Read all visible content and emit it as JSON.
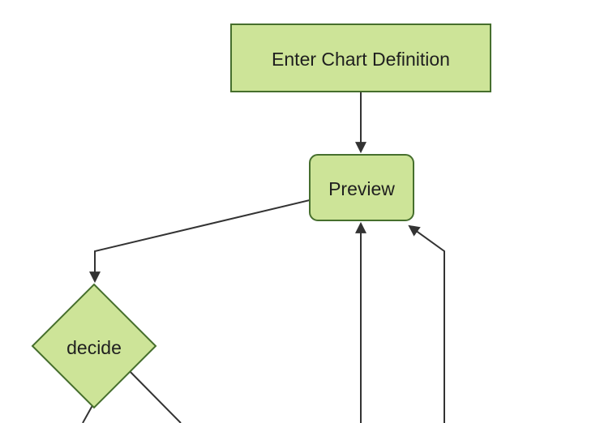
{
  "diagram": {
    "kind": "flowchart",
    "nodes": [
      {
        "id": "enter-chart-definition",
        "label": "Enter Chart Definition",
        "shape": "rectangle"
      },
      {
        "id": "preview",
        "label": "Preview",
        "shape": "rounded-rectangle"
      },
      {
        "id": "decide",
        "label": "decide",
        "shape": "diamond"
      }
    ],
    "edges": [
      {
        "from": "Enter Chart Definition",
        "to": "Preview",
        "arrowhead": "end"
      },
      {
        "from": "Preview",
        "to": "decide",
        "arrowhead": "end"
      },
      {
        "from": "offscreen-bottom",
        "to": "Preview",
        "arrowhead": "end"
      },
      {
        "from": "offscreen-bottom-right",
        "to": "Preview",
        "arrowhead": "end"
      },
      {
        "from": "decide",
        "to": "offscreen-bottom-left",
        "arrowhead": "none-visible"
      },
      {
        "from": "decide",
        "to": "offscreen-bottom-right",
        "arrowhead": "none-visible"
      }
    ],
    "colors": {
      "node_fill": "#cde498",
      "node_border": "#466f2d",
      "edge_line": "#333333",
      "label_text": "#1f1f1f",
      "background": "#ffffff"
    }
  }
}
